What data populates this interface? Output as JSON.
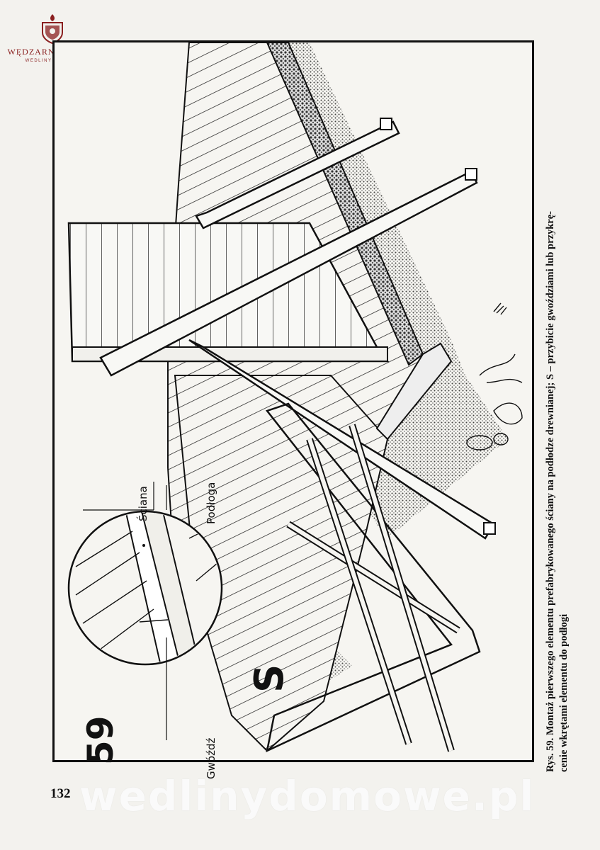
{
  "logo": {
    "name": "WĘDZARNICZA BRAĆ",
    "domain": "WEDLINYDOMOWE.PL"
  },
  "figure": {
    "number": "59",
    "s_label": "S",
    "labels": {
      "wall": "Ściana",
      "floor": "Podłoga",
      "nail": "Gwóźdź"
    }
  },
  "caption": {
    "line1": "Rys. 59. Montaż pierwszego elementu prefabrykowanego ściany na podłodze drewnianej; S – przybicie gwoździami lub przykrę-",
    "line2": "cenie wkrętami elementu do podłogi"
  },
  "page_number": "132",
  "watermark": "wedlinydomowe.pl"
}
